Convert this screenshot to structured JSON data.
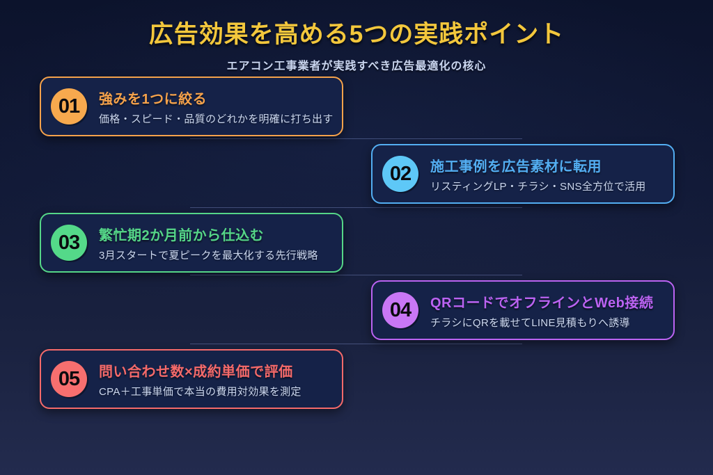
{
  "page": {
    "title": "広告効果を高める5つの実践ポイント",
    "subtitle": "エアコン工事業者が実践すべき広告最適化の核心",
    "title_color": "#f3c73c",
    "subtitle_color": "#c9d5ef",
    "background_top": "#0c132c",
    "background_bottom": "#232b4e",
    "card_background": "#152248",
    "connector_color": "#7a89c4"
  },
  "cards": [
    {
      "number": "01",
      "title": "強みを1つに絞る",
      "description": "価格・スピード・品質のどれかを明確に打ち出す",
      "accent": "#f5a24b",
      "badge": "#f7a94e"
    },
    {
      "number": "02",
      "title": "施工事例を広告素材に転用",
      "description": "リスティングLP・チラシ・SNS全方位で活用",
      "accent": "#53aef2",
      "badge": "#5ec8f7"
    },
    {
      "number": "03",
      "title": "繁忙期2か月前から仕込む",
      "description": "3月スタートで夏ピークを最大化する先行戦略",
      "accent": "#55d688",
      "badge": "#54d989"
    },
    {
      "number": "04",
      "title": "QRコードでオフラインとWeb接続",
      "description": "チラシにQRを載せてLINE見積もりへ誘導",
      "accent": "#bb63f2",
      "badge": "#c977f5"
    },
    {
      "number": "05",
      "title": "問い合わせ数×成約単価で評価",
      "description": "CPA＋工事単価で本当の費用対効果を測定",
      "accent": "#f56a6a",
      "badge": "#f76f6f"
    }
  ]
}
